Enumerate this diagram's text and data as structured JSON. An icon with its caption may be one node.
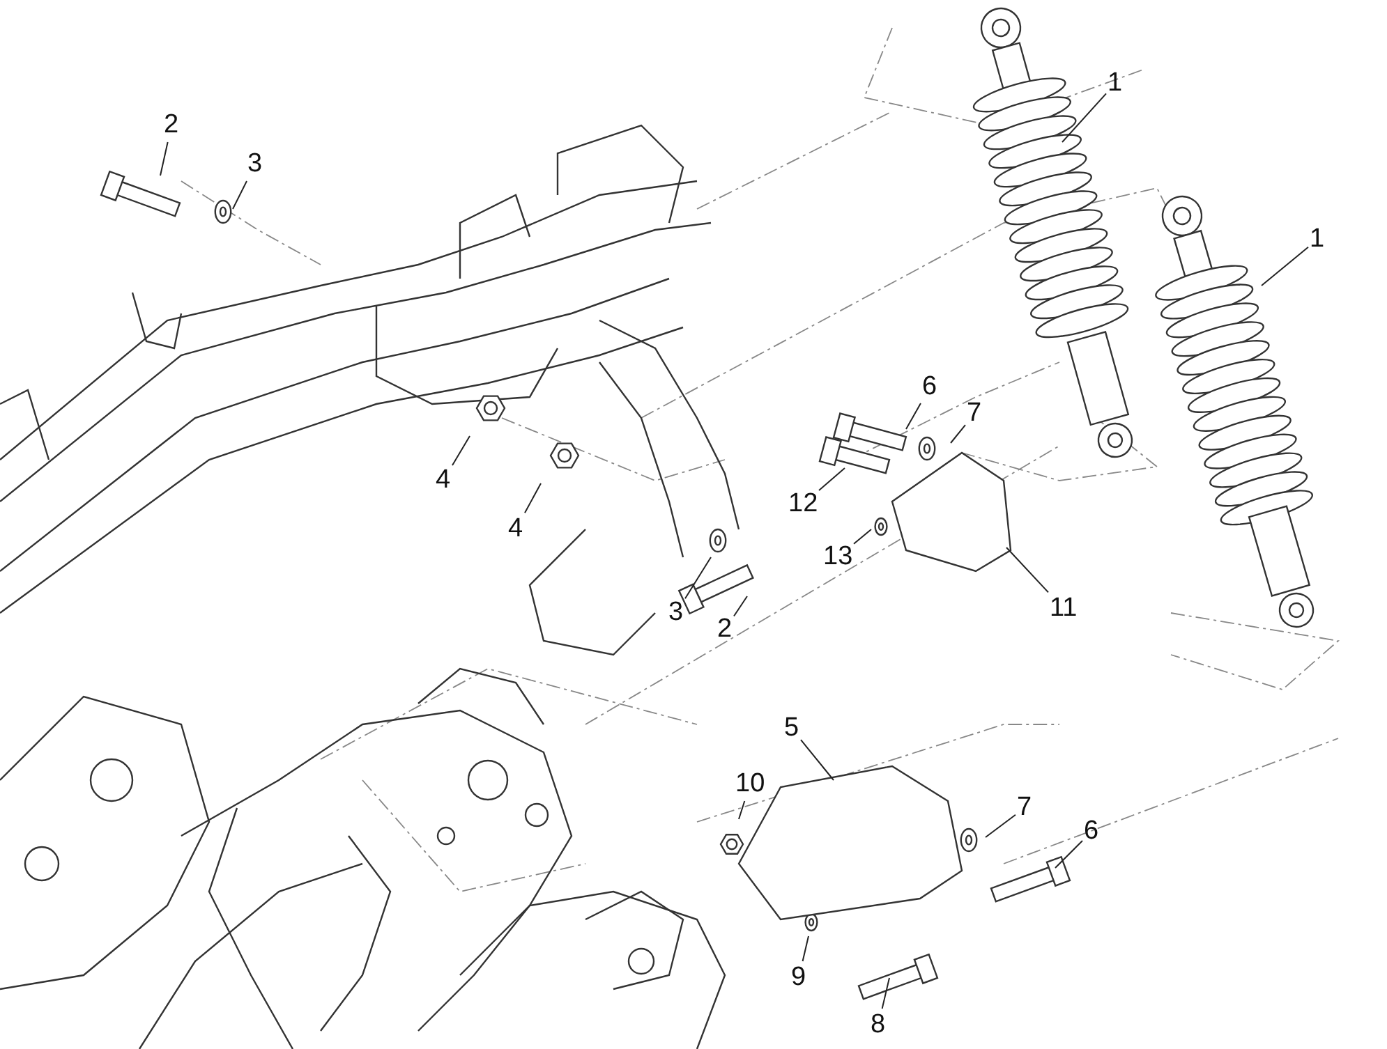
{
  "diagram": {
    "nodes": [
      {
        "text": [
          "1"
        ]
      },
      {
        "text": [
          "2"
        ]
      },
      {
        "text": [
          "3"
        ]
      },
      {
        "text": [
          "1"
        ]
      },
      {
        "text": [
          "6"
        ]
      },
      {
        "text": [
          "7"
        ]
      },
      {
        "text": [
          "4"
        ]
      },
      {
        "text": [
          "12"
        ]
      },
      {
        "text": [
          "4"
        ]
      },
      {
        "text": [
          "13"
        ]
      },
      {
        "text": [
          "11"
        ]
      },
      {
        "text": [
          "3"
        ]
      },
      {
        "text": [
          "2"
        ]
      },
      {
        "text": [
          "5"
        ]
      },
      {
        "text": [
          "10"
        ]
      },
      {
        "text": [
          "7"
        ]
      },
      {
        "text": [
          "6"
        ]
      },
      {
        "text": [
          "9"
        ]
      },
      {
        "text": [
          "8"
        ]
      }
    ],
    "edges": [
      {
        "from": 0,
        "to": null,
        "arrow": "none"
      },
      {
        "from": 1,
        "to": null,
        "arrow": "none"
      },
      {
        "from": 2,
        "to": null,
        "arrow": "none"
      },
      {
        "from": 3,
        "to": null,
        "arrow": "none"
      },
      {
        "from": 4,
        "to": null,
        "arrow": "none"
      },
      {
        "from": 5,
        "to": null,
        "arrow": "none"
      },
      {
        "from": 6,
        "to": null,
        "arrow": "none"
      },
      {
        "from": 7,
        "to": null,
        "arrow": "none"
      },
      {
        "from": 8,
        "to": null,
        "arrow": "none"
      },
      {
        "from": 9,
        "to": null,
        "arrow": "none"
      },
      {
        "from": 10,
        "to": null,
        "arrow": "none"
      },
      {
        "from": 11,
        "to": null,
        "arrow": "none"
      },
      {
        "from": 12,
        "to": null,
        "arrow": "none"
      },
      {
        "from": 13,
        "to": null,
        "arrow": "none"
      },
      {
        "from": 14,
        "to": null,
        "arrow": "none"
      },
      {
        "from": 15,
        "to": null,
        "arrow": "none"
      },
      {
        "from": 16,
        "to": null,
        "arrow": "none"
      },
      {
        "from": 17,
        "to": null,
        "arrow": "none"
      },
      {
        "from": 18,
        "to": null,
        "arrow": "none"
      }
    ]
  }
}
